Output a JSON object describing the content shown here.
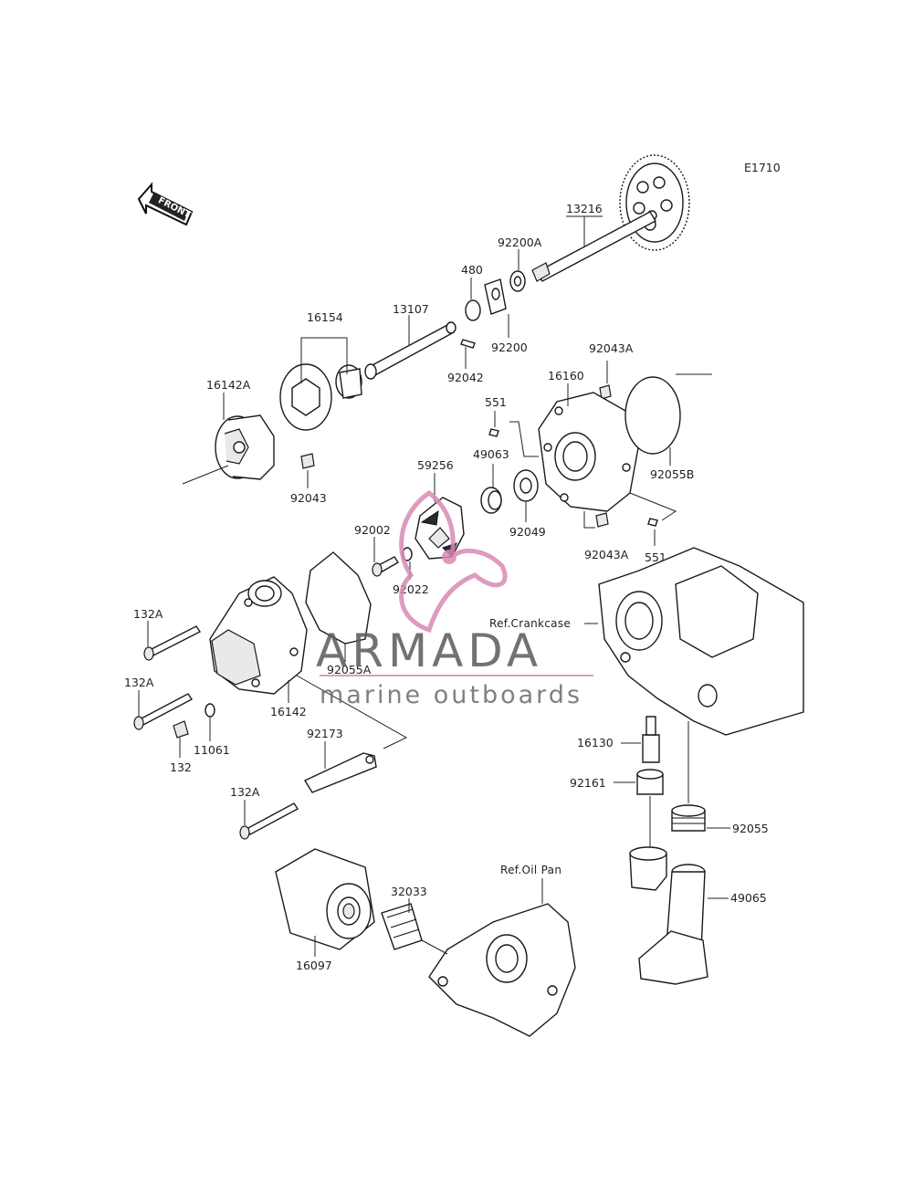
{
  "diagram_code": "E1710",
  "front_arrow_label": "FRONT",
  "watermark": {
    "brand": "ARMADA",
    "tagline": "marine outboards"
  },
  "references": {
    "crankcase": "Ref.Crankcase",
    "oil_pan": "Ref.Oil Pan"
  },
  "part_labels": {
    "p13216": "13216",
    "p92200A": "92200A",
    "p480": "480",
    "p92200": "92200",
    "p13107": "13107",
    "p16154": "16154",
    "p92042": "92042",
    "p92043A_top": "92043A",
    "p16160": "16160",
    "p551_top": "551",
    "p49063": "49063",
    "p16142A": "16142A",
    "p92055B": "92055B",
    "p59256": "59256",
    "p92043": "92043",
    "p92049": "92049",
    "p92043A_bottom": "92043A",
    "p92002": "92002",
    "p551_bottom": "551",
    "p92022": "92022",
    "p132A_1": "132A",
    "p92055A": "92055A",
    "p132A_2": "132A",
    "p16142": "16142",
    "p11061": "11061",
    "p132": "132",
    "p16130": "16130",
    "p92173": "92173",
    "p92161": "92161",
    "p132A_3": "132A",
    "p92055": "92055",
    "p49065": "49065",
    "p32033": "32033",
    "p16097": "16097"
  }
}
